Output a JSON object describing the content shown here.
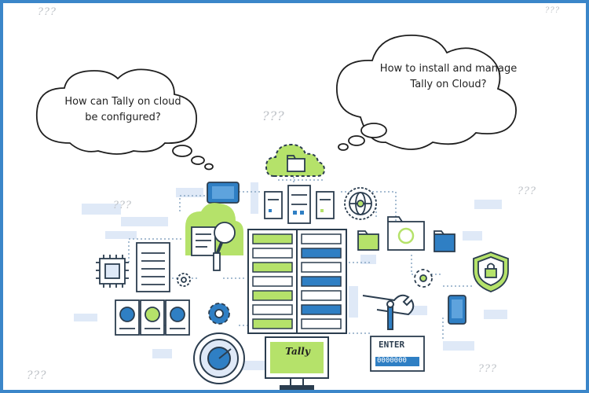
{
  "bubbles": {
    "left": {
      "line1": "How can Tally on cloud",
      "line2": "be configured?"
    },
    "right": {
      "line1": "How to install and manage",
      "line2": "Tally on Cloud?"
    }
  },
  "question_marks": [
    "???",
    "???",
    "???",
    "???",
    "???",
    "???",
    "???"
  ],
  "screen": {
    "brand": "Tally"
  },
  "keyboard": {
    "enter_label": "ENTER",
    "code": "0000000"
  },
  "colors": {
    "border": "#3b86c9",
    "blue": "#2f7fc4",
    "green": "#b5e26a",
    "outline": "#2b3d4f",
    "light_blue": "#dfe9f7"
  }
}
